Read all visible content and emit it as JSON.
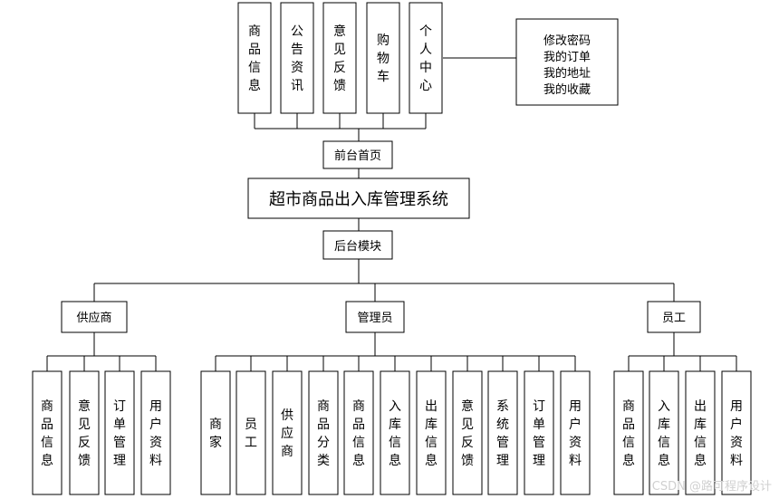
{
  "root": "超市商品出入库管理系统",
  "front": {
    "label": "前台首页",
    "items": [
      "商品信息",
      "公告资讯",
      "意见反馈",
      "购物车",
      "个人中心"
    ],
    "personal_center_sub": [
      "修改密码",
      "我的订单",
      "我的地址",
      "我的收藏"
    ]
  },
  "back": {
    "label": "后台模块",
    "roles": [
      {
        "name": "供应商",
        "items": [
          "商品信息",
          "意见反馈",
          "订单管理",
          "用户资料"
        ]
      },
      {
        "name": "管理员",
        "items": [
          "商家",
          "员工",
          "供应商",
          "商品分类",
          "商品信息",
          "入库信息",
          "出库信息",
          "意见反馈",
          "系统管理",
          "订单管理",
          "用户资料"
        ]
      },
      {
        "name": "员工",
        "items": [
          "商品信息",
          "入库信息",
          "出库信息",
          "用户资料"
        ]
      }
    ]
  },
  "watermark": "CSDN @路可程序设计"
}
